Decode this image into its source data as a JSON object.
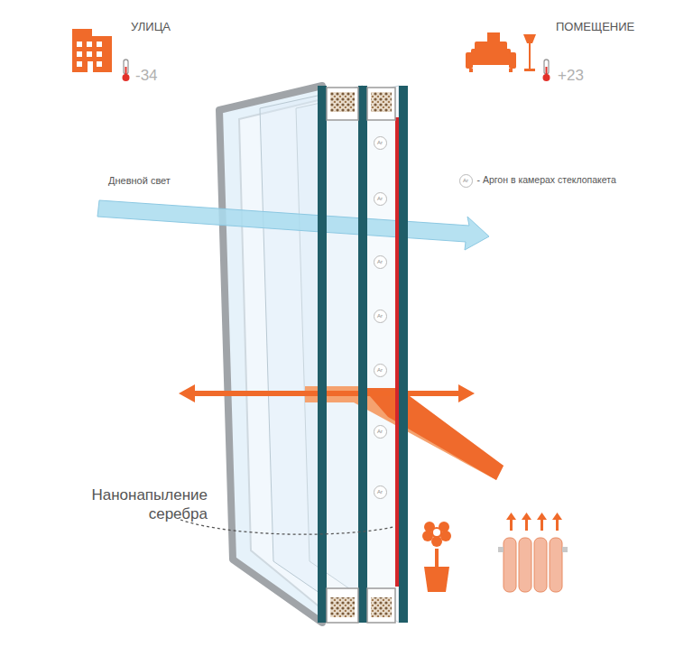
{
  "diagram": {
    "nodes": [
      {
        "text": [
          "Ar"
        ]
      },
      {
        "text": [
          "Ar"
        ]
      },
      {
        "text": [
          "Ar"
        ]
      },
      {
        "text": [
          "Ar"
        ]
      },
      {
        "text": [
          "Ar"
        ]
      },
      {
        "text": [
          "Ar"
        ]
      },
      {
        "text": [
          "Ar"
        ]
      },
      {
        "text": [
          "Ar"
        ]
      }
    ],
    "labels": [
      "УЛИЦА",
      "-34",
      "ПОМЕЩЕНИЕ",
      "+23",
      "Дневной свет",
      "Нанонапыление серебра"
    ],
    "legend": [
      {
        "text": "- Аргон в камерах стеклопакета"
      }
    ]
  }
}
